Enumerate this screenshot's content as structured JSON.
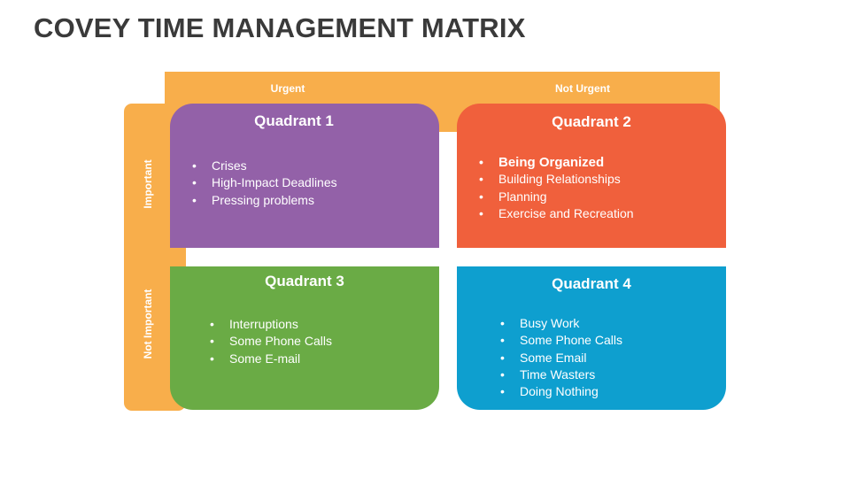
{
  "title": "COVEY TIME MANAGEMENT MATRIX",
  "columns": {
    "urgent": "Urgent",
    "not_urgent": "Not Urgent"
  },
  "rows": {
    "important": "Important",
    "not_important": "Not Important"
  },
  "colors": {
    "band": "#f8ae4b",
    "quadrant_1": "#9361a8",
    "quadrant_2": "#f0603c",
    "quadrant_3": "#6aab45",
    "quadrant_4": "#0e9fcf"
  },
  "quadrants": [
    {
      "title": "Quadrant 1",
      "items": [
        "Crises",
        "High-Impact Deadlines",
        "Pressing problems"
      ]
    },
    {
      "title": "Quadrant 2",
      "items": [
        "Being Organized",
        "Building Relationships",
        "Planning",
        "Exercise and Recreation"
      ]
    },
    {
      "title": "Quadrant 3",
      "items": [
        "Interruptions",
        "Some Phone Calls",
        "Some E-mail"
      ]
    },
    {
      "title": "Quadrant 4",
      "items": [
        "Busy Work",
        "Some Phone Calls",
        "Some Email",
        "Time Wasters",
        "Doing Nothing"
      ]
    }
  ]
}
